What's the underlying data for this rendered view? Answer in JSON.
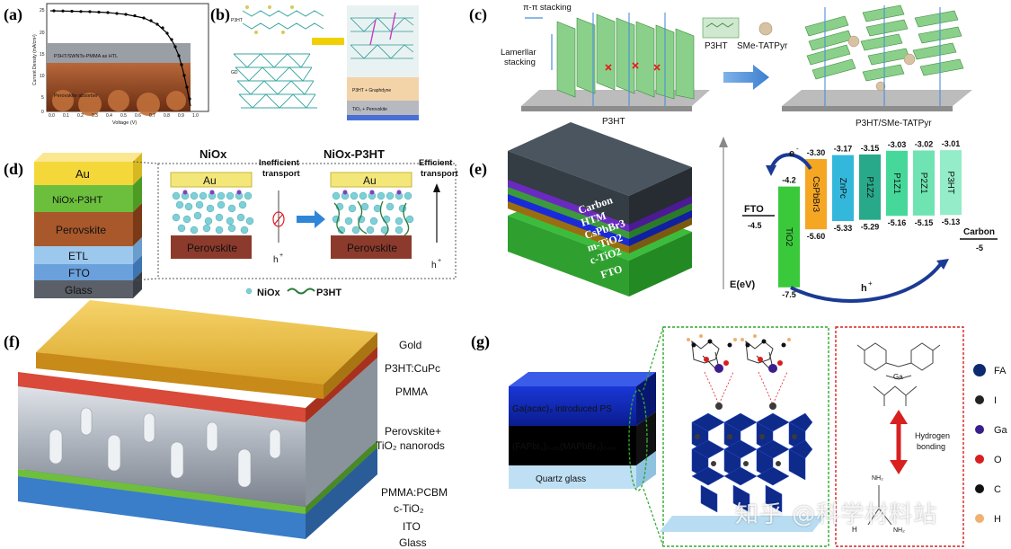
{
  "panels": {
    "a": {
      "label": "(a)",
      "ylabel": "Current Density (mA/cm²)",
      "xlabel": "Voltage (V)",
      "layer_top": "P3HT/SWNTs-PMMA as HTL",
      "layer_bottom": "Perovskite absorber"
    },
    "b": {
      "label": "(b)",
      "p3ht": "P3HT",
      "gd": "GD",
      "arrow": "",
      "layer1": "P3HT + Graphdyne",
      "layer2": "TiO₂ + Perovskite"
    },
    "c": {
      "label": "(c)",
      "pipi": "π-π stacking",
      "lamellar1": "Lamerllar",
      "lamellar2": "stacking",
      "left_caption": "P3HT",
      "legend_p3ht": "P3HT",
      "legend_smetatpyr": "SMe-TATPyr",
      "right_caption": "P3HT/SMe-TATPyr"
    },
    "d": {
      "label": "(d)",
      "stack": [
        "Au",
        "NiOx-P3HT",
        "Perovskite",
        "ETL",
        "FTO",
        "Glass"
      ],
      "left_title": "NiOx",
      "right_title": "NiOx-P3HT",
      "au": "Au",
      "perovskite": "Perovskite",
      "ineff1": "Inefficient",
      "ineff2": "transport",
      "eff1": "Efficient",
      "eff2": "transport",
      "hole": "h",
      "legend_niox": "NiOx",
      "legend_p3ht": "P3HT"
    },
    "e": {
      "label": "(e)",
      "stack": [
        "Carbon",
        "HTM",
        "CsPbBr3",
        "m-TiO2",
        "c-TiO2",
        "FTO"
      ],
      "fto": "FTO",
      "fto_level": "-4.5",
      "carbon": "Carbon",
      "carbon_level": "-5",
      "elabel": "E(eV)",
      "electron": "e",
      "hole": "h",
      "bands": [
        {
          "name": "TiO2",
          "top": "-4.2",
          "bottom": "-7.5",
          "color": "#3ac93a"
        },
        {
          "name": "CsPbBr3",
          "top": "-3.30",
          "bottom": "-5.60",
          "color": "#f5a623"
        },
        {
          "name": "ZnPc",
          "top": "-3.17",
          "bottom": "-5.33",
          "color": "#33b8dc"
        },
        {
          "name": "P1Z2",
          "top": "-3.15",
          "bottom": "-5.29",
          "color": "#27a98a"
        },
        {
          "name": "P1Z1",
          "top": "-3.03",
          "bottom": "-5.16",
          "color": "#46d89a"
        },
        {
          "name": "P2Z1",
          "top": "-3.02",
          "bottom": "-5.15",
          "color": "#6fe3b2"
        },
        {
          "name": "P3HT",
          "top": "-3.01",
          "bottom": "-5.13",
          "color": "#94ecc8"
        }
      ]
    },
    "f": {
      "label": "(f)",
      "layers": [
        "Gold",
        "P3HT:CuPc",
        "PMMA",
        "Perovskite+",
        "TiO₂ nanorods",
        "PMMA:PCBM",
        "c-TiO₂",
        "ITO",
        "Glass"
      ]
    },
    "g": {
      "label": "(g)",
      "layer1": "Ga(acac)₃ introduced PS",
      "layer2": "(FAPbI₃)₀.₉₅(MAPbBr₃)₀.₀₅",
      "layer3": "Quartz glass",
      "hbond1": "Hydrogen",
      "hbond2": "bonding",
      "nh2": "NH₂",
      "h": "H",
      "legend": [
        {
          "name": "FA",
          "color": "#0d2a6e"
        },
        {
          "name": "I",
          "color": "#222222"
        },
        {
          "name": "Ga",
          "color": "#3a1f8c"
        },
        {
          "name": "O",
          "color": "#d81f1f"
        },
        {
          "name": "C",
          "color": "#111111"
        },
        {
          "name": "H",
          "color": "#f0b070"
        }
      ]
    }
  },
  "watermark": "知乎 @科学材料站"
}
